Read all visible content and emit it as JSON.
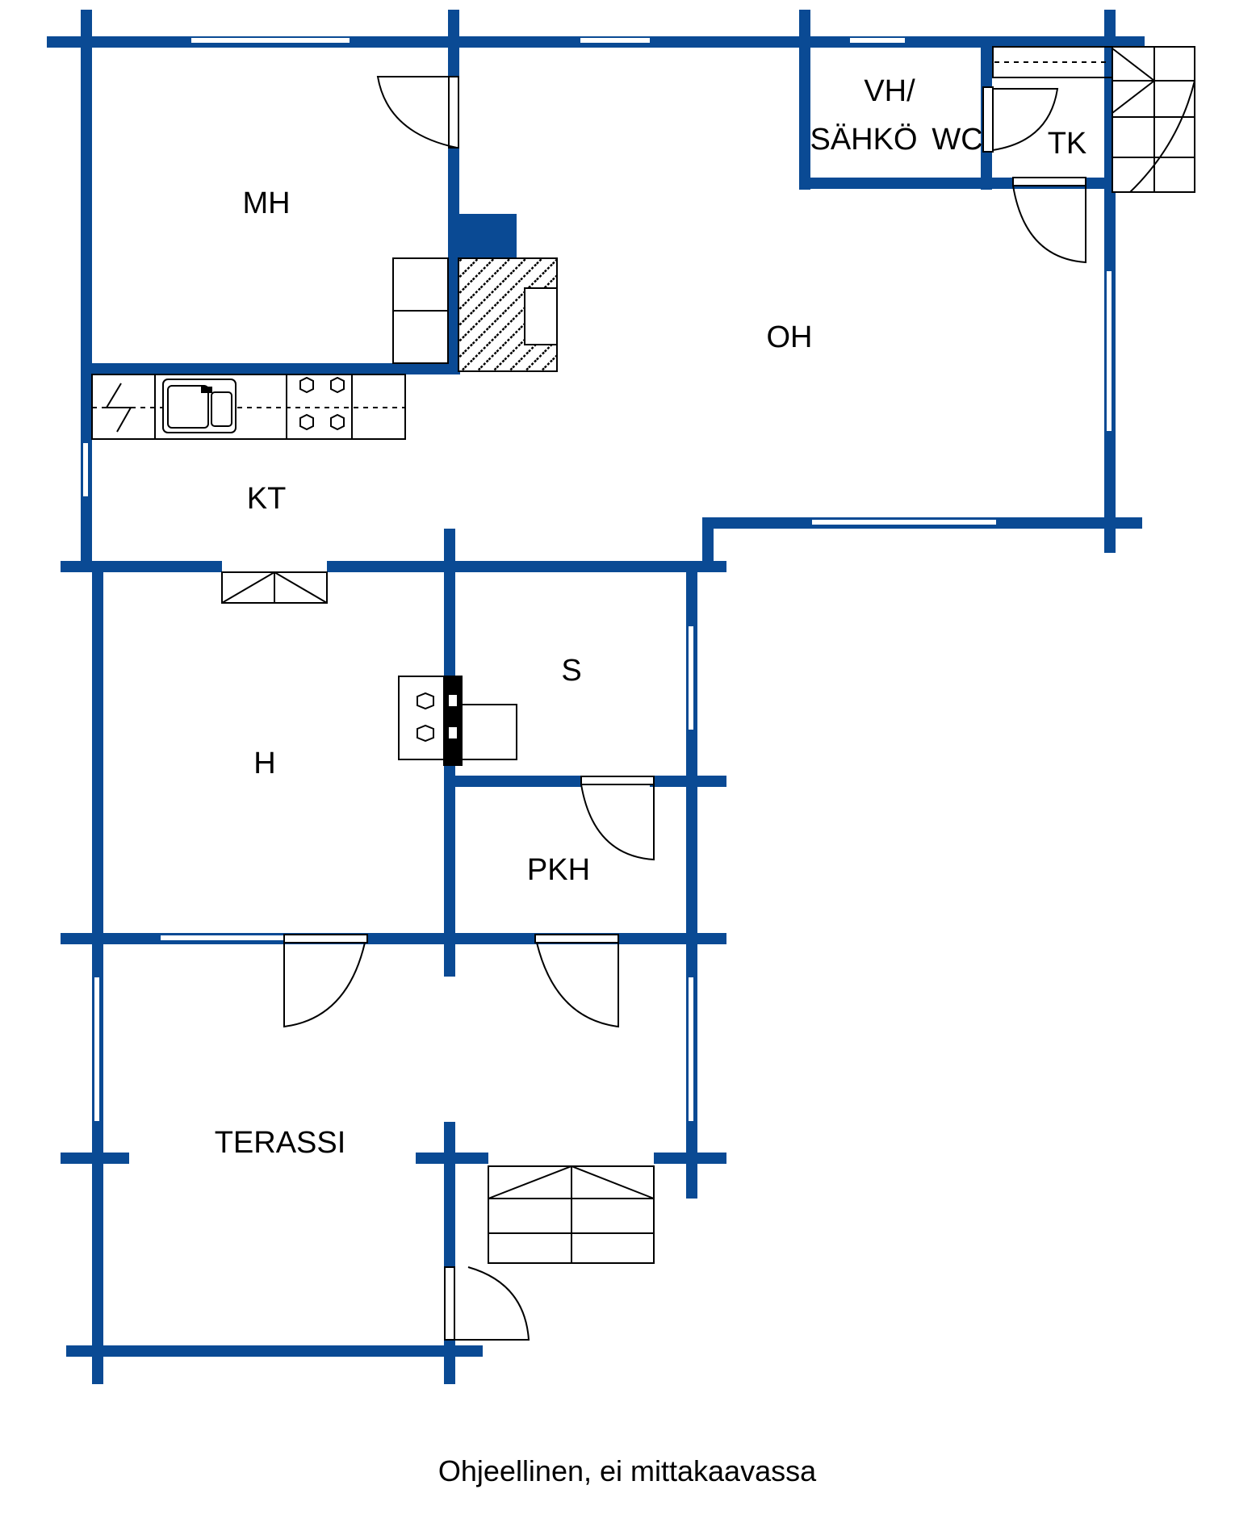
{
  "colors": {
    "wall": "#0a4a94",
    "line": "#000000",
    "background": "#ffffff"
  },
  "rooms": {
    "mh": "MH",
    "oh": "OH",
    "kt": "KT",
    "vh_line1": "VH/",
    "vh_line2": "SÄHKÖ",
    "wc": "WC",
    "tk": "TK",
    "s": "S",
    "h": "H",
    "pkh": "PKH",
    "terassi": "TERASSI"
  },
  "caption": "Ohjeellinen, ei mittakaavassa"
}
